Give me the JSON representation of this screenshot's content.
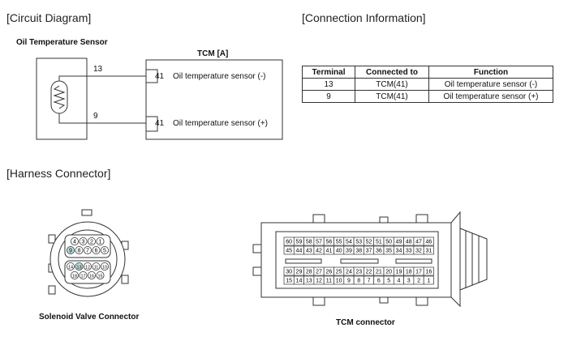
{
  "headings": {
    "circuit": "[Circuit Diagram]",
    "connection": "[Connection Information]",
    "harness": "[Harness Connector]"
  },
  "circuit": {
    "sensor_title": "Oil Temperature Sensor",
    "tcm_title": "TCM [A]",
    "pin_upper": "13",
    "pin_lower": "9",
    "tcm_pin_upper": "41",
    "tcm_pin_lower": "41",
    "tcm_label_upper": "Oil temperature sensor (-)",
    "tcm_label_lower": "Oil temperature sensor (+)"
  },
  "table": {
    "headers": [
      "Terminal",
      "Connected to",
      "Function"
    ],
    "rows": [
      [
        "13",
        "TCM(41)",
        "Oil temperature sensor (-)"
      ],
      [
        "9",
        "TCM(41)",
        "Oil temperature sensor (+)"
      ]
    ]
  },
  "solenoid": {
    "caption": "Solenoid Valve Connector",
    "top_row": [
      "4",
      "3",
      "2",
      "1"
    ],
    "upper_row": [
      "9",
      "8",
      "7",
      "6",
      "5"
    ],
    "middle_row": [
      "14",
      "13",
      "12",
      "11",
      "10"
    ],
    "bottom_row": [
      "18",
      "17",
      "16",
      "15"
    ],
    "highlighted": [
      "9",
      "13"
    ]
  },
  "tcm_connector": {
    "caption": "TCM connector",
    "row1": [
      "60",
      "59",
      "58",
      "57",
      "56",
      "55",
      "54",
      "53",
      "52",
      "51",
      "50",
      "49",
      "48",
      "47",
      "46"
    ],
    "row2": [
      "45",
      "44",
      "43",
      "42",
      "41",
      "40",
      "39",
      "38",
      "37",
      "36",
      "35",
      "34",
      "33",
      "32",
      "31"
    ],
    "row3": [
      "30",
      "29",
      "28",
      "27",
      "26",
      "25",
      "24",
      "23",
      "22",
      "21",
      "20",
      "19",
      "18",
      "17",
      "16"
    ],
    "row4": [
      "15",
      "14",
      "13",
      "12",
      "11",
      "10",
      "9",
      "8",
      "7",
      "6",
      "5",
      "4",
      "3",
      "2",
      "1"
    ]
  },
  "colors": {
    "highlight": "#b6dde0",
    "line": "#333333"
  }
}
